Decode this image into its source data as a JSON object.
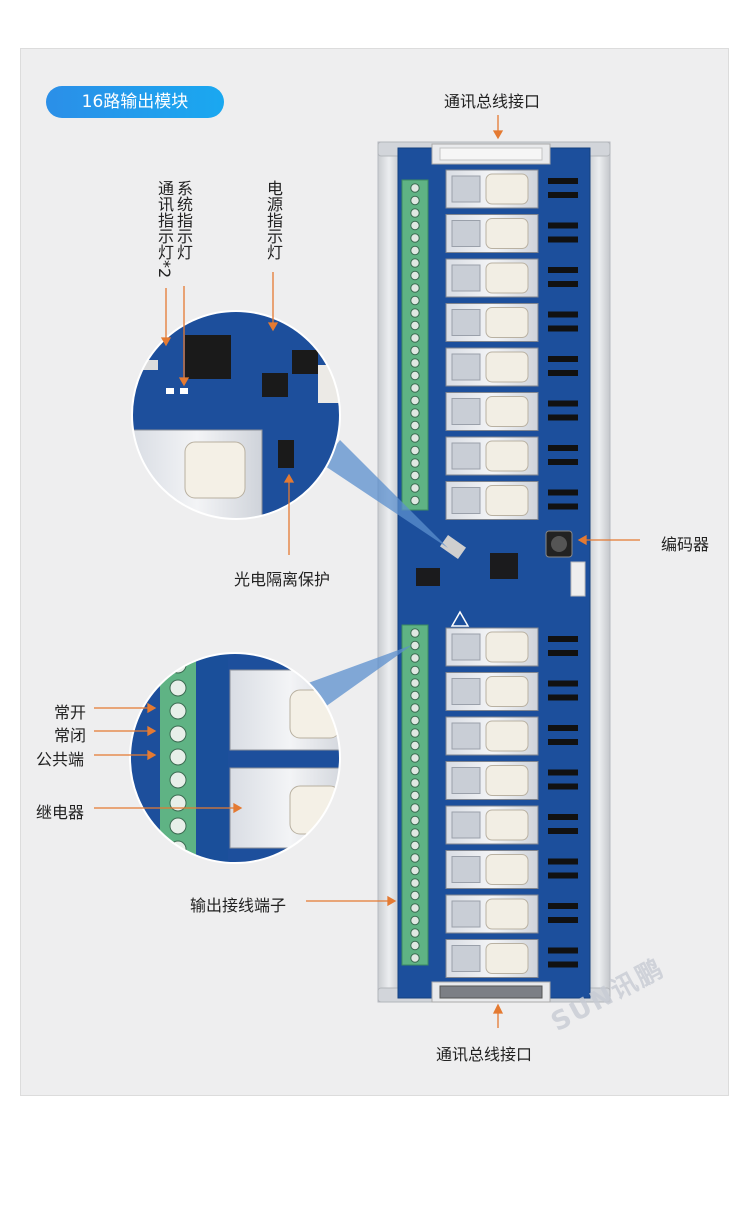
{
  "badge": "16路输出模块",
  "labels": {
    "bus_top": "通讯总线接口",
    "bus_bottom": "通讯总线接口",
    "sys_indicator": "系统指示灯",
    "comm_indicator": "通讯指示灯*2",
    "power_indicator": "电源指示灯",
    "opto_isolation": "光电隔离保护",
    "encoder": "编码器",
    "normally_open": "常开",
    "normally_closed": "常闭",
    "common": "公共端",
    "relay": "继电器",
    "output_terminal": "输出接线端子"
  },
  "watermark": "SUN讯鹏",
  "colors": {
    "pcb": "#1c4f9c",
    "terminal": "#5fb384",
    "accent": "#e47a32",
    "badge": "#2b8fe8",
    "rail": "#dfe1e4"
  }
}
